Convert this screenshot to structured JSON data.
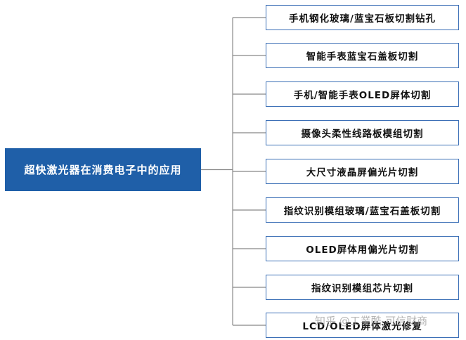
{
  "root": {
    "label": "超快激光器在消费电子中的应用"
  },
  "branches": [
    "手机钢化玻璃/蓝宝石板切割钻孔",
    "智能手表蓝宝石盖板切割",
    "手机/智能手表OLED屏体切割",
    "摄像头柔性线路板模组切割",
    "大尺寸液晶屏偏光片切割",
    "指纹识别模组玻璃/蓝宝石盖板切割",
    "OLED屏体用偏光片切割",
    "指纹识别模组芯片切割",
    "LCD/OLED屏体激光修复"
  ],
  "watermark": "知乎 @工業酷-可信财商",
  "colors": {
    "root_fill": "#1f5fa8",
    "box_border": "#3b6fb6",
    "connector": "#888888"
  }
}
